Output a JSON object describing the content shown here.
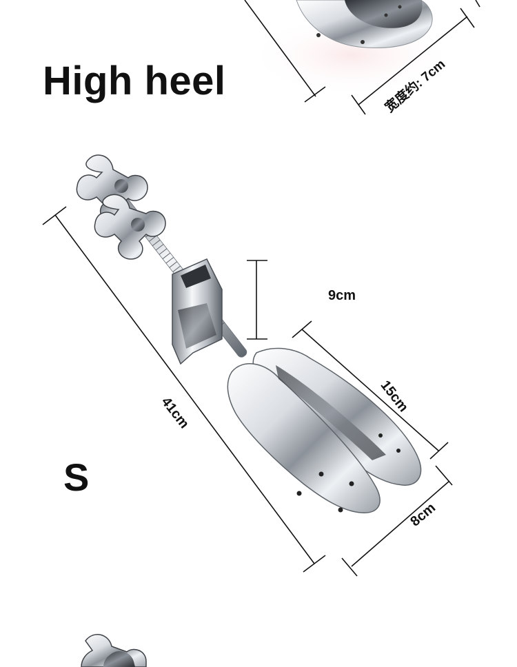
{
  "title": "High heel",
  "size": "S",
  "dimensions": {
    "top_width": "宽度约: 7cm",
    "heel_height": "9cm",
    "overall_length": "41cm",
    "toe_length": "15cm",
    "toe_width": "8cm"
  },
  "colors": {
    "background": "#ffffff",
    "text": "#111111",
    "metal_dark": "#6f757c",
    "metal_light": "#f4f6f8"
  }
}
